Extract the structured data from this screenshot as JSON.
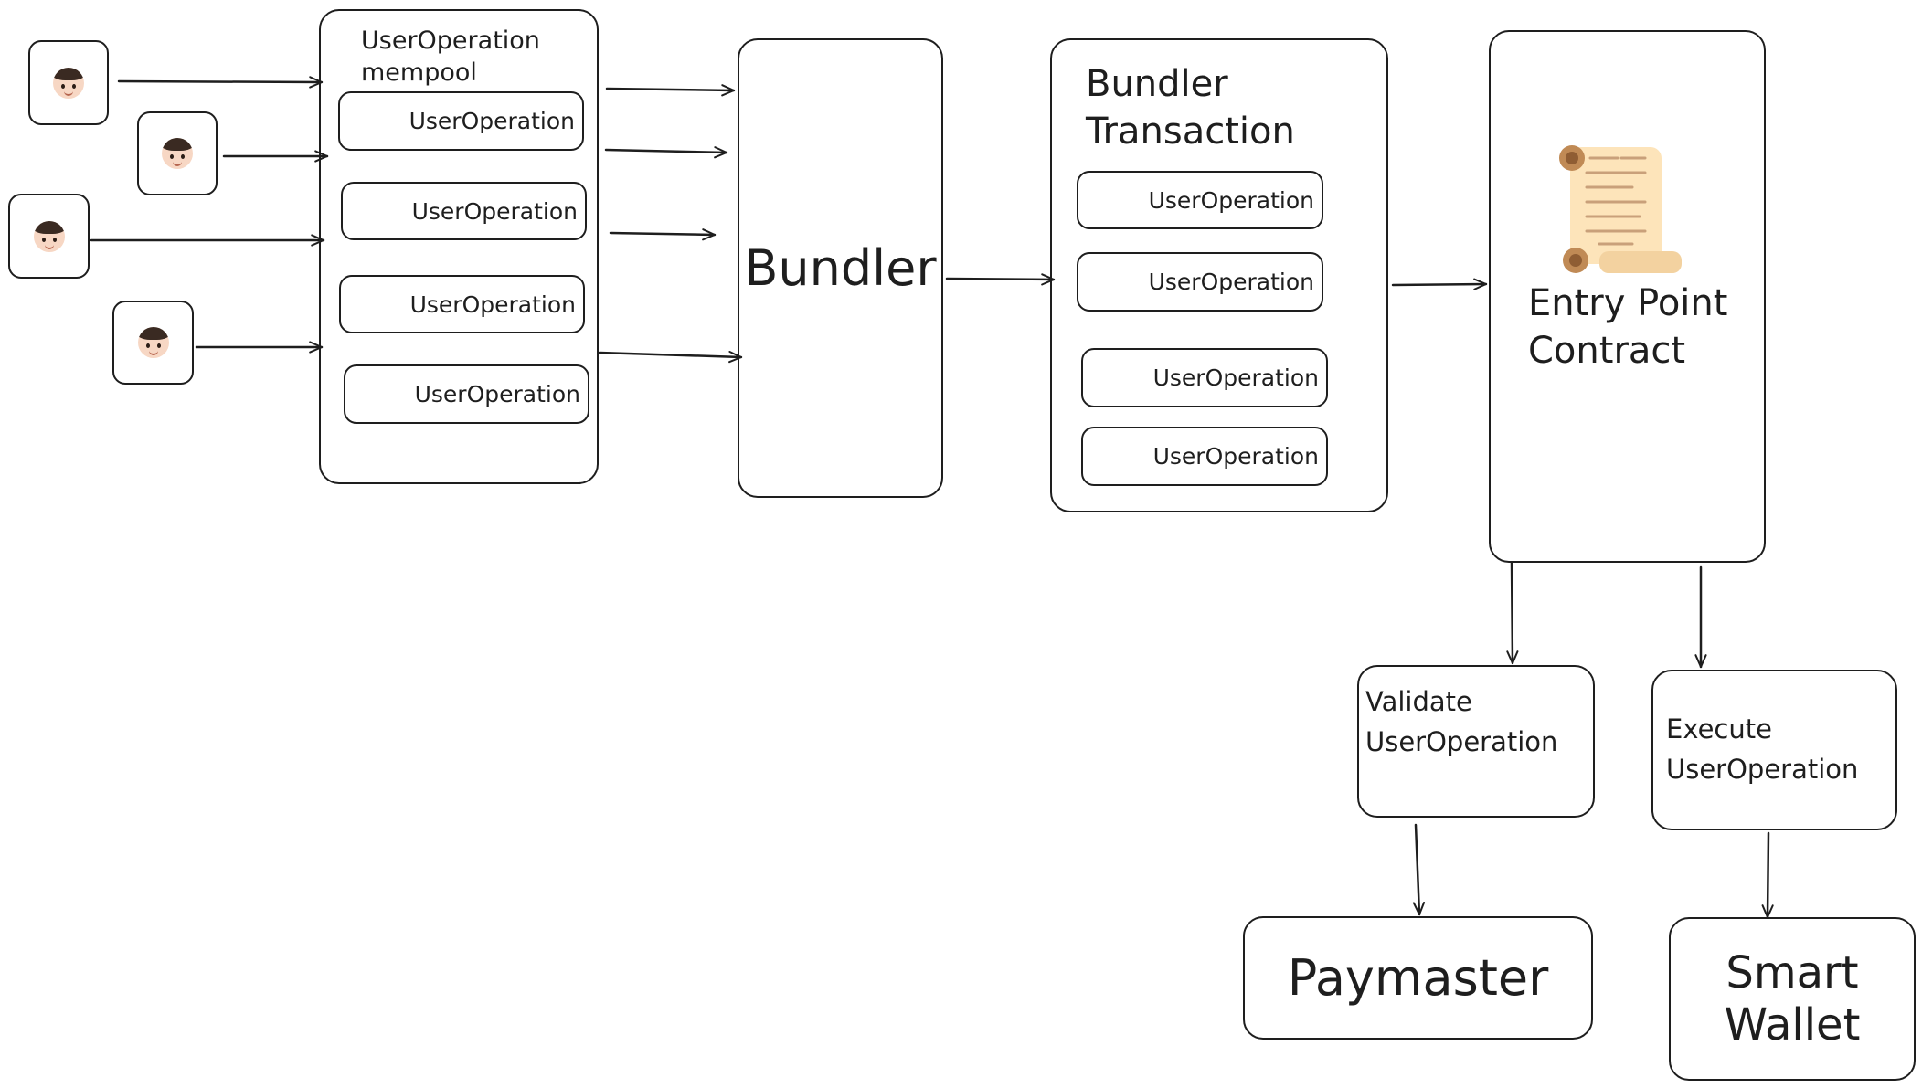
{
  "mempool": {
    "title": "UserOperation\nmempool",
    "items": [
      "UserOperation",
      "UserOperation",
      "UserOperation",
      "UserOperation"
    ]
  },
  "bundler": {
    "label": "Bundler"
  },
  "bundler_transaction": {
    "title": "Bundler\nTransaction",
    "items": [
      "UserOperation",
      "UserOperation",
      "UserOperation",
      "UserOperation"
    ]
  },
  "entry_point": {
    "label": "Entry Point\nContract",
    "icon": "scroll-icon"
  },
  "validate": {
    "label": "Validate\nUserOperation"
  },
  "execute": {
    "label": "Execute\nUserOperation"
  },
  "paymaster": {
    "label": "Paymaster"
  },
  "smart_wallet": {
    "label": "Smart\nWallet"
  },
  "users": {
    "icon": "user-face-icon",
    "count": 4
  }
}
